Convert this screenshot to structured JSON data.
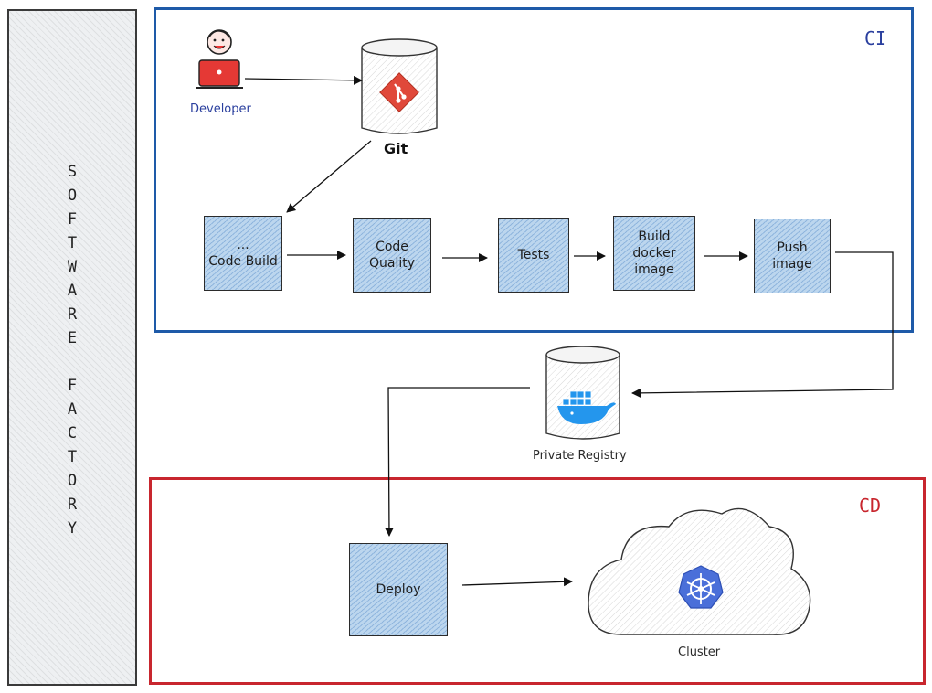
{
  "side_panel": {
    "title_letters": [
      "S",
      "O",
      "F",
      "T",
      "W",
      "A",
      "R",
      "E",
      "",
      "F",
      "A",
      "C",
      "T",
      "O",
      "R",
      "Y"
    ]
  },
  "ci": {
    "label": "CI"
  },
  "cd": {
    "label": "CD"
  },
  "developer": {
    "label": "Developer"
  },
  "git": {
    "label": "Git"
  },
  "steps": {
    "code_build": {
      "dots": "...",
      "label": "Code Build"
    },
    "code_quality": {
      "label": "Code\nQuality"
    },
    "tests": {
      "label": "Tests"
    },
    "build_docker_image": {
      "label": "Build\ndocker\nimage"
    },
    "push_image": {
      "label": "Push\nimage"
    },
    "deploy": {
      "label": "Deploy"
    }
  },
  "registry": {
    "label": "Private Registry"
  },
  "cluster": {
    "label": "Cluster"
  },
  "colors": {
    "ci_border": "#1e5aa8",
    "cd_border": "#c8262e",
    "step_fill": "#bcd6ee",
    "git_logo": "#e0483a",
    "docker_logo": "#2496ed",
    "kubernetes_logo": "#4a6fd9"
  },
  "icons": [
    "developer-icon",
    "git-icon",
    "docker-icon",
    "kubernetes-icon",
    "cloud-icon"
  ]
}
